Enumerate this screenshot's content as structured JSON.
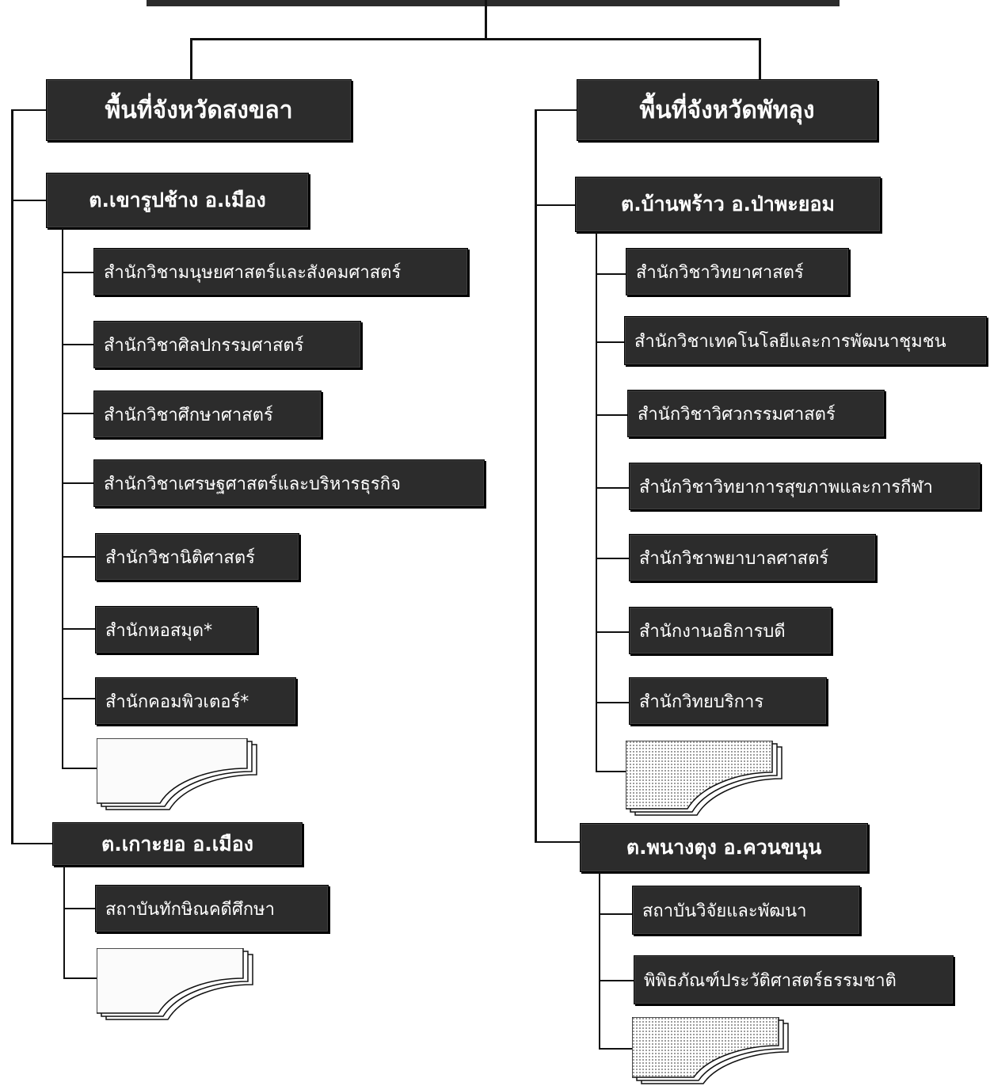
{
  "left_area": {
    "title": "พื้นที่จังหวัดสงขลา",
    "campus1": {
      "title": "ต.เขารูปช้าง อ.เมือง",
      "units": [
        "สำนักวิชามนุษยศาสตร์และสังคมศาสตร์",
        "สำนักวิชาศิลปกรรมศาสตร์",
        "สำนักวิชาศึกษาศาสตร์",
        "สำนักวิชาเศรษฐศาสตร์และบริหารธุรกิจ",
        "สำนักวิชานิติศาสตร์",
        "สำนักหอสมุด*",
        "สำนักคอมพิวเตอร์*"
      ]
    },
    "campus2": {
      "title": "ต.เกาะยอ อ.เมือง",
      "units": [
        "สถาบันทักษิณคดีศึกษา"
      ]
    }
  },
  "right_area": {
    "title": "พื้นที่จังหวัดพัทลุง",
    "campus1": {
      "title": "ต.บ้านพร้าว อ.ป่าพะยอม",
      "units": [
        "สำนักวิชาวิทยาศาสตร์",
        "สำนักวิชาเทคโนโลยีและการพัฒนาชุมชน",
        "สำนักวิชาวิศวกรรมศาสตร์",
        "สำนักวิชาวิทยาการสุขภาพและการกีฬา",
        "สำนักวิชาพยาบาลศาสตร์",
        "สำนักงานอธิการบดี",
        "สำนักวิทยบริการ"
      ]
    },
    "campus2": {
      "title": "ต.พนางตุง อ.ควนขนุน",
      "units": [
        "สถาบันวิจัยและพัฒนา",
        "พิพิธภัณฑ์ประวัติศาสตร์ธรรมชาติ"
      ]
    }
  }
}
